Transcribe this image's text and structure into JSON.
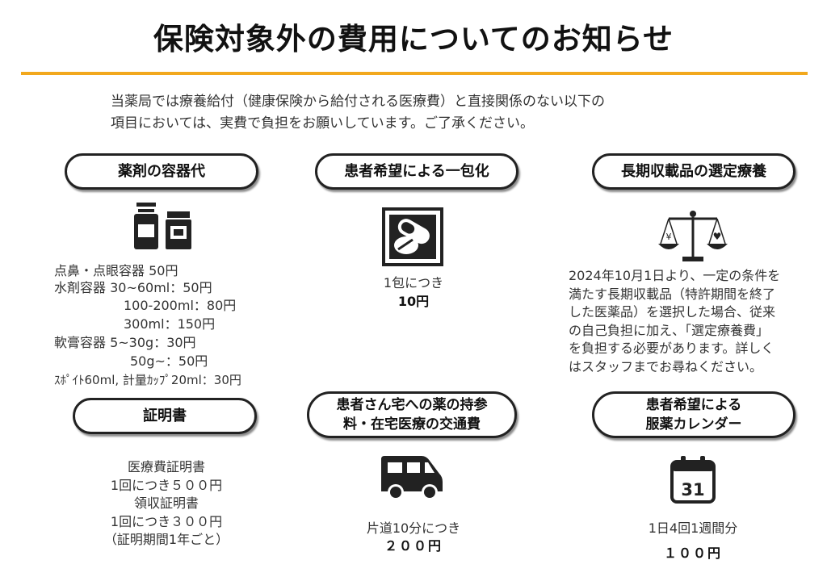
{
  "title": "保険対象外の費用についてのお知らせ",
  "intro": {
    "line1": "当薬局では療養給付（健康保険から給付される医療費）と直接関係のない以下の",
    "line2": "項目においては、実費で負担をお願いしています。ご了承ください。"
  },
  "sections": {
    "container": {
      "heading": "薬剤の容器代",
      "icon": "medicine-bottles-icon",
      "lines": [
        "点鼻・点眼容器  50円",
        "水剤容器  30~60ml：50円",
        "100-200ml：80円",
        "300ml：150円",
        "軟膏容器  5~30g：30円",
        "50g~：50円",
        "ｽﾎﾟｲﾄ60ml, 計量ｶｯﾌﾟ20ml：30円"
      ]
    },
    "packaging": {
      "heading": "患者希望による一包化",
      "icon": "pill-capsule-icon",
      "text": "1包につき",
      "price": "10円"
    },
    "long_term": {
      "heading": "長期収載品の選定療養",
      "icon": "balance-scale-icon",
      "scale_left": "¥",
      "scale_right": "♥",
      "lines": [
        "2024年10月1日より、一定の条件を",
        "満たす長期収載品（特許期間を終了",
        "した医薬品）を選択した場合、従来",
        "の自己負担に加え、「選定療養費」",
        "を負担する必要があります。詳しく",
        "はスタッフまでお尋ねください。"
      ]
    },
    "certificate": {
      "heading": "証明書",
      "lines": [
        "医療費証明書",
        "1回につき５００円",
        "領収証明書",
        "1回につき３００円",
        "（証明期間1年ごと）"
      ]
    },
    "delivery": {
      "heading_line1": "患者さん宅への薬の持参",
      "heading_line2": "料・在宅医療の交通費",
      "icon": "delivery-van-icon",
      "text": "片道10分につき",
      "price": "２００円"
    },
    "calendar": {
      "heading_line1": "患者希望による",
      "heading_line2": "服薬カレンダー",
      "icon": "calendar-icon",
      "day": "31",
      "text": "1日4回1週間分",
      "price": "１００円"
    }
  }
}
